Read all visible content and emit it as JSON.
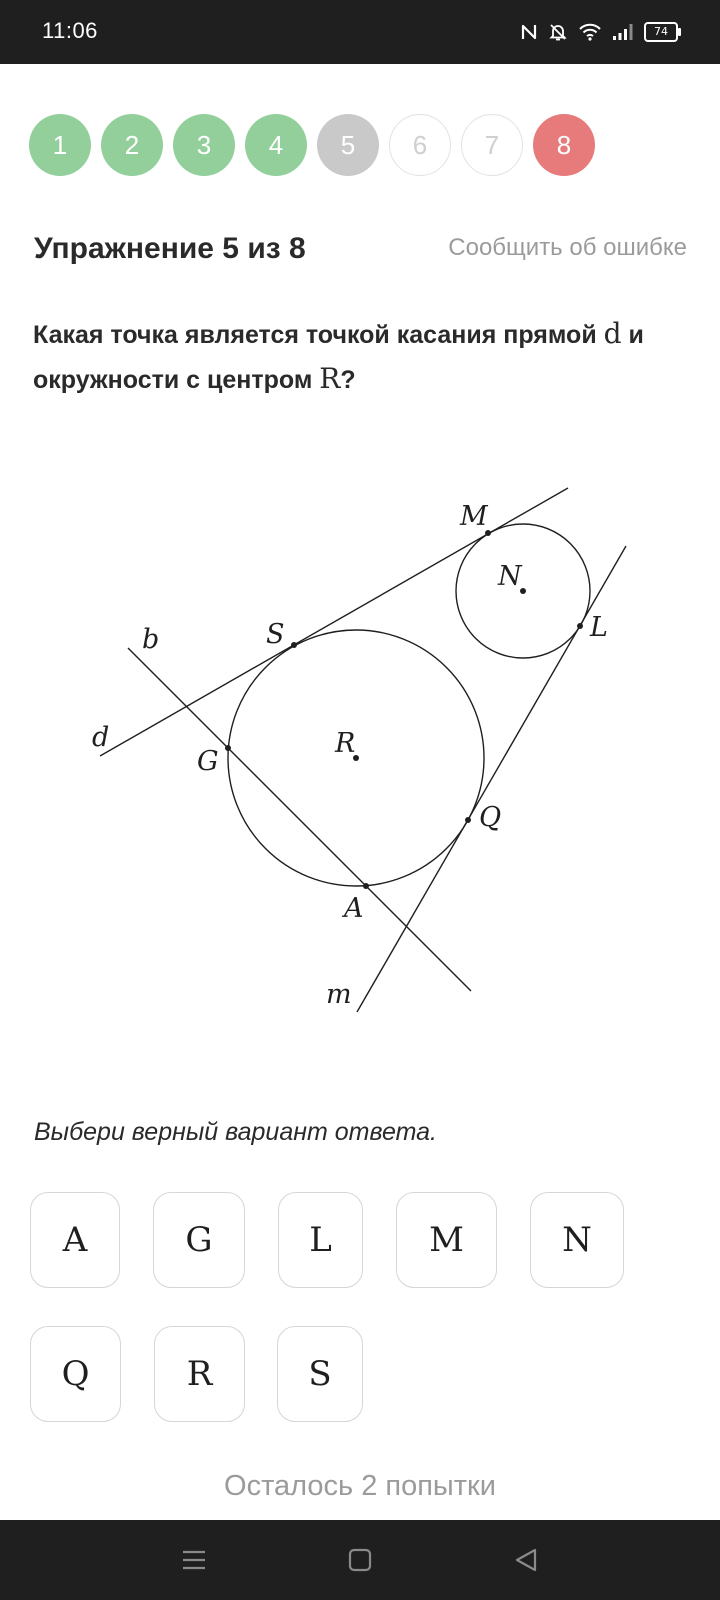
{
  "status_bar": {
    "time": "11:06",
    "battery": "74",
    "icons": [
      "nfc-icon",
      "bell-muted-icon",
      "wifi-icon",
      "signal-icon",
      "battery-icon"
    ]
  },
  "progress": {
    "steps": [
      {
        "label": "1",
        "state": "done"
      },
      {
        "label": "2",
        "state": "done"
      },
      {
        "label": "3",
        "state": "done"
      },
      {
        "label": "4",
        "state": "done"
      },
      {
        "label": "5",
        "state": "current"
      },
      {
        "label": "6",
        "state": "todo"
      },
      {
        "label": "7",
        "state": "todo"
      },
      {
        "label": "8",
        "state": "error"
      }
    ],
    "colors": {
      "done": "#92cf9b",
      "current": "#c9c9c9",
      "todo": "#ffffff",
      "error": "#e77b7b"
    }
  },
  "exercise": {
    "title": "Упражнение 5 из 8",
    "report_link": "Сообщить об ошибке",
    "question_part1": "Какая точка является точкой касания прямой ",
    "question_var1": "d",
    "question_part2": " и окружности с центром ",
    "question_var2": "R",
    "question_part3": "?"
  },
  "diagram": {
    "point_labels": {
      "M": "M",
      "N": "N",
      "L": "L",
      "S": "S",
      "R": "R",
      "G": "G",
      "Q": "Q",
      "A": "A"
    },
    "line_labels": {
      "b": "b",
      "d": "d",
      "m": "m"
    }
  },
  "instruction": "Выбери верный вариант ответа.",
  "answers": [
    "A",
    "G",
    "L",
    "M",
    "N",
    "Q",
    "R",
    "S"
  ],
  "attempts_left": "Осталось 2 попытки",
  "nav_bar": {
    "icons": [
      "menu-icon",
      "home-square-icon",
      "back-triangle-icon"
    ]
  }
}
